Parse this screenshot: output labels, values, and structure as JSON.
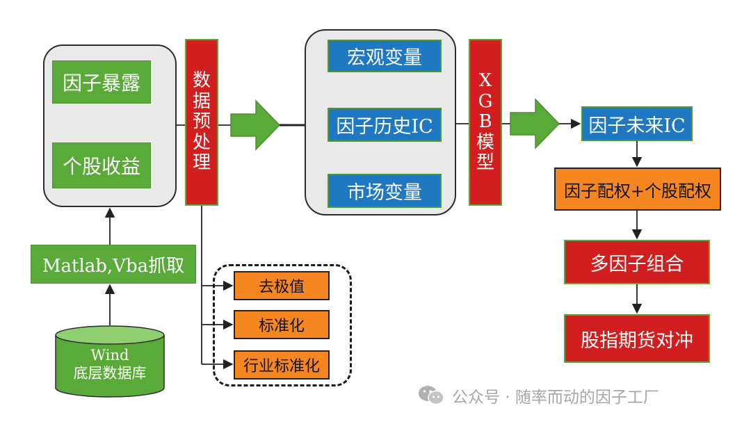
{
  "source": {
    "db_name": "Wind",
    "db_label": "底层数据库",
    "fetch_label": "Matlab,Vba抓取"
  },
  "inputs": [
    "因子暴露",
    "个股收益"
  ],
  "preprocess": {
    "label_chars": [
      "数",
      "据",
      "预",
      "处",
      "理"
    ],
    "steps": [
      "去极值",
      "标准化",
      "行业标准化"
    ]
  },
  "features": [
    "宏观变量",
    "因子历史IC",
    "市场变量"
  ],
  "model": {
    "label_chars": [
      "X",
      "G",
      "B",
      "模",
      "型"
    ]
  },
  "pipeline": [
    "因子未来IC",
    "因子配权+个股配权",
    "多因子组合",
    "股指期货对冲"
  ],
  "watermark": {
    "icon": "wechat-icon",
    "text": "公众号 · 随率而动的因子工厂"
  },
  "colors": {
    "green": "#5aaa3a",
    "blue": "#1f78c1",
    "orange": "#f6861f",
    "red": "#d11f1f",
    "group_bg": "#e9e9e9"
  }
}
